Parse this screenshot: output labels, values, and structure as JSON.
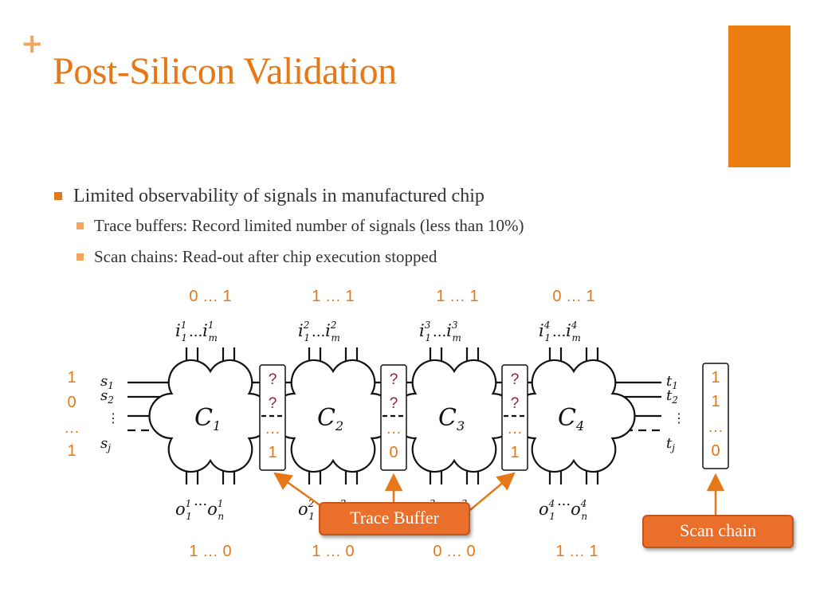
{
  "slide": {
    "plus": "+",
    "title": "Post-Silicon Validation",
    "bullets": {
      "main": "Limited observability of signals in manufactured chip",
      "sub": [
        "Trace buffers: Record limited number of signals (less than 10%)",
        "Scan chains: Read-out after chip execution stopped"
      ]
    }
  },
  "diagram": {
    "top_values": [
      "0  …  1",
      "1  …  1",
      "1  …  1",
      "0 …  1"
    ],
    "bottom_values": [
      "1  …  0",
      "1  …  0",
      "0 …  0",
      "1  …  1"
    ],
    "blocks": [
      {
        "base": "C",
        "sub": "1",
        "in_sup": "1",
        "out_sup": "1"
      },
      {
        "base": "C",
        "sub": "2",
        "in_sup": "2",
        "out_sup": "2"
      },
      {
        "base": "C",
        "sub": "3",
        "in_sup": "3",
        "out_sup": "3"
      },
      {
        "base": "C",
        "sub": "4",
        "in_sup": "4",
        "out_sup": "4"
      }
    ],
    "in_base": "i",
    "in_first_sub": "1",
    "in_last_sub": "m",
    "out_base": "o",
    "out_first_sub": "1",
    "out_last_sub": "n",
    "dots": "...",
    "left_values": [
      "1",
      "0",
      "…",
      "1"
    ],
    "left_signals": [
      {
        "base": "s",
        "sub": "1"
      },
      {
        "base": "s",
        "sub": "2"
      },
      {
        "base": "s",
        "sub": "j"
      }
    ],
    "right_signals": [
      {
        "base": "t",
        "sub": "1"
      },
      {
        "base": "t",
        "sub": "2"
      },
      {
        "base": "t",
        "sub": "j"
      }
    ],
    "trace_buffers": [
      {
        "q1": "?",
        "q2": "?",
        "ell": "…",
        "val": "1"
      },
      {
        "q1": "?",
        "q2": "?",
        "ell": "…",
        "val": "0"
      },
      {
        "q1": "?",
        "q2": "?",
        "ell": "…",
        "val": "1"
      }
    ],
    "scan_chain_values": [
      "1",
      "1",
      "…",
      "0"
    ],
    "trace_buffer_label": "Trace Buffer",
    "scan_chain_label": "Scan chain",
    "colors": {
      "accent": "#e67817",
      "callout": "#e96f2b",
      "question": "#9b1b30"
    }
  }
}
